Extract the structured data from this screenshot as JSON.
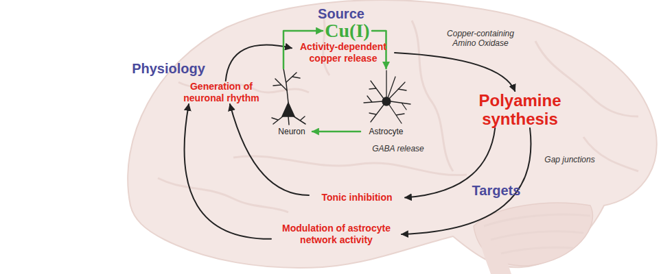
{
  "diagram": {
    "nodes": [
      {
        "text": [
          "Activity-dependent copper release"
        ]
      },
      {
        "text": [
          "Cu(I)"
        ]
      },
      {
        "text": [
          "Generation of neuronal rhythm"
        ]
      },
      {
        "text": [
          "Polyamine synthesis"
        ]
      },
      {
        "text": [
          "Neuron"
        ]
      },
      {
        "text": [
          "Astrocyte"
        ]
      },
      {
        "text": [
          "Tonic inhibition"
        ]
      },
      {
        "text": [
          "Modulation of astrocyte network activity"
        ]
      }
    ],
    "edges": [
      {
        "from": 0,
        "to": 3,
        "label": "Copper-containing Amino Oxidase",
        "arrow": "to"
      },
      {
        "from": 3,
        "to": 6,
        "label": "GABA release",
        "arrow": "to"
      },
      {
        "from": 3,
        "to": 7,
        "label": "Gap junctions",
        "arrow": "to"
      },
      {
        "from": 6,
        "to": 2,
        "arrow": "to"
      },
      {
        "from": 7,
        "to": 2,
        "arrow": "to"
      },
      {
        "from": 2,
        "to": 0,
        "arrow": "to"
      },
      {
        "from": 4,
        "to": 1,
        "arrow": "to"
      },
      {
        "from": 1,
        "to": 5,
        "arrow": "to"
      },
      {
        "from": 5,
        "to": 4,
        "arrow": "to"
      }
    ],
    "labels": [
      "Source",
      "Physiology",
      "Targets"
    ]
  }
}
